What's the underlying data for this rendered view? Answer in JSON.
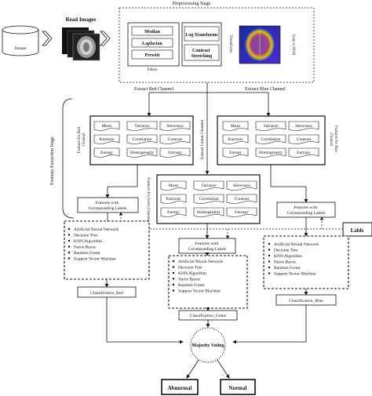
{
  "dataset": {
    "label": "Dataset"
  },
  "read_images": {
    "label": "Read Images"
  },
  "preprocessing": {
    "title": "Preprocessing Stage",
    "filters": [
      "Median",
      "Laplacian",
      "Prewitt"
    ],
    "filters_caption": "Filters",
    "transforms": [
      "Log Transforms",
      "Contrast Stretching"
    ],
    "transforms_label": "Transforms",
    "output_label": "Gray to RGB"
  },
  "channels": {
    "red": "Extract Red Channel",
    "green": "Extract Green Channel",
    "blue": "Extract Blue Channel"
  },
  "feature_stage": {
    "title": "Features Extraction Stage",
    "red_label": "Features for Red Channel",
    "green_label": "Features for Green Channel",
    "blue_label": "Features for Blue Channel",
    "features": [
      "Mean",
      "Variance",
      "Skewness",
      "Kurtosis",
      "Correlation",
      "Contrast",
      "Energy",
      "Homogeneity",
      "Entropy"
    ]
  },
  "labeled_features": {
    "red": "Features with Corresponding Labels",
    "green": "Features with Corresponding Labels",
    "blue": "Features with Corresponding Labels"
  },
  "labels_box": "Labls",
  "classifiers": [
    "Artificial Neural Network",
    "Decision Tree",
    "KNN Algorithm",
    "Naive Bayes",
    "Random Forest",
    "Support Vector Machine"
  ],
  "classification": {
    "red": "Classification_Red",
    "green": "Classification_Green",
    "blue": "Classification_Blue"
  },
  "voting": {
    "label": "Majority Voting"
  },
  "outputs": {
    "abnormal": "Abnormal",
    "normal": "Normal"
  }
}
